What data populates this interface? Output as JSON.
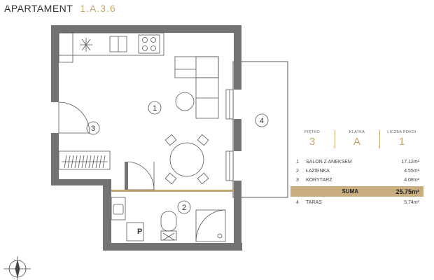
{
  "header": {
    "label": "APARTAMENT",
    "code": "1.A.3.6"
  },
  "rooms_on_plan": [
    "1",
    "2",
    "3",
    "4"
  ],
  "meter_label": "P",
  "info": {
    "floor_label": "PIĘTRO",
    "floor_value": "3",
    "stair_label": "KLATKA",
    "stair_value": "A",
    "rooms_label": "LICZBA POKOI",
    "rooms_value": "1"
  },
  "areas": [
    {
      "num": "1",
      "name": "SALON Z ANEKSEM",
      "area": "17.12m²"
    },
    {
      "num": "2",
      "name": "ŁAZIENKA",
      "area": "4.55m²"
    },
    {
      "num": "3",
      "name": "KORYTARZ",
      "area": "4.08m²"
    }
  ],
  "sum": {
    "label": "SUMA",
    "area": "25.75m²"
  },
  "terrace": {
    "num": "4",
    "name": "TARAS",
    "area": "5.74m²"
  },
  "colors": {
    "wall": "#737373",
    "accent": "#c4a570",
    "sum_bg": "#c8ad7f",
    "line": "#555555"
  }
}
